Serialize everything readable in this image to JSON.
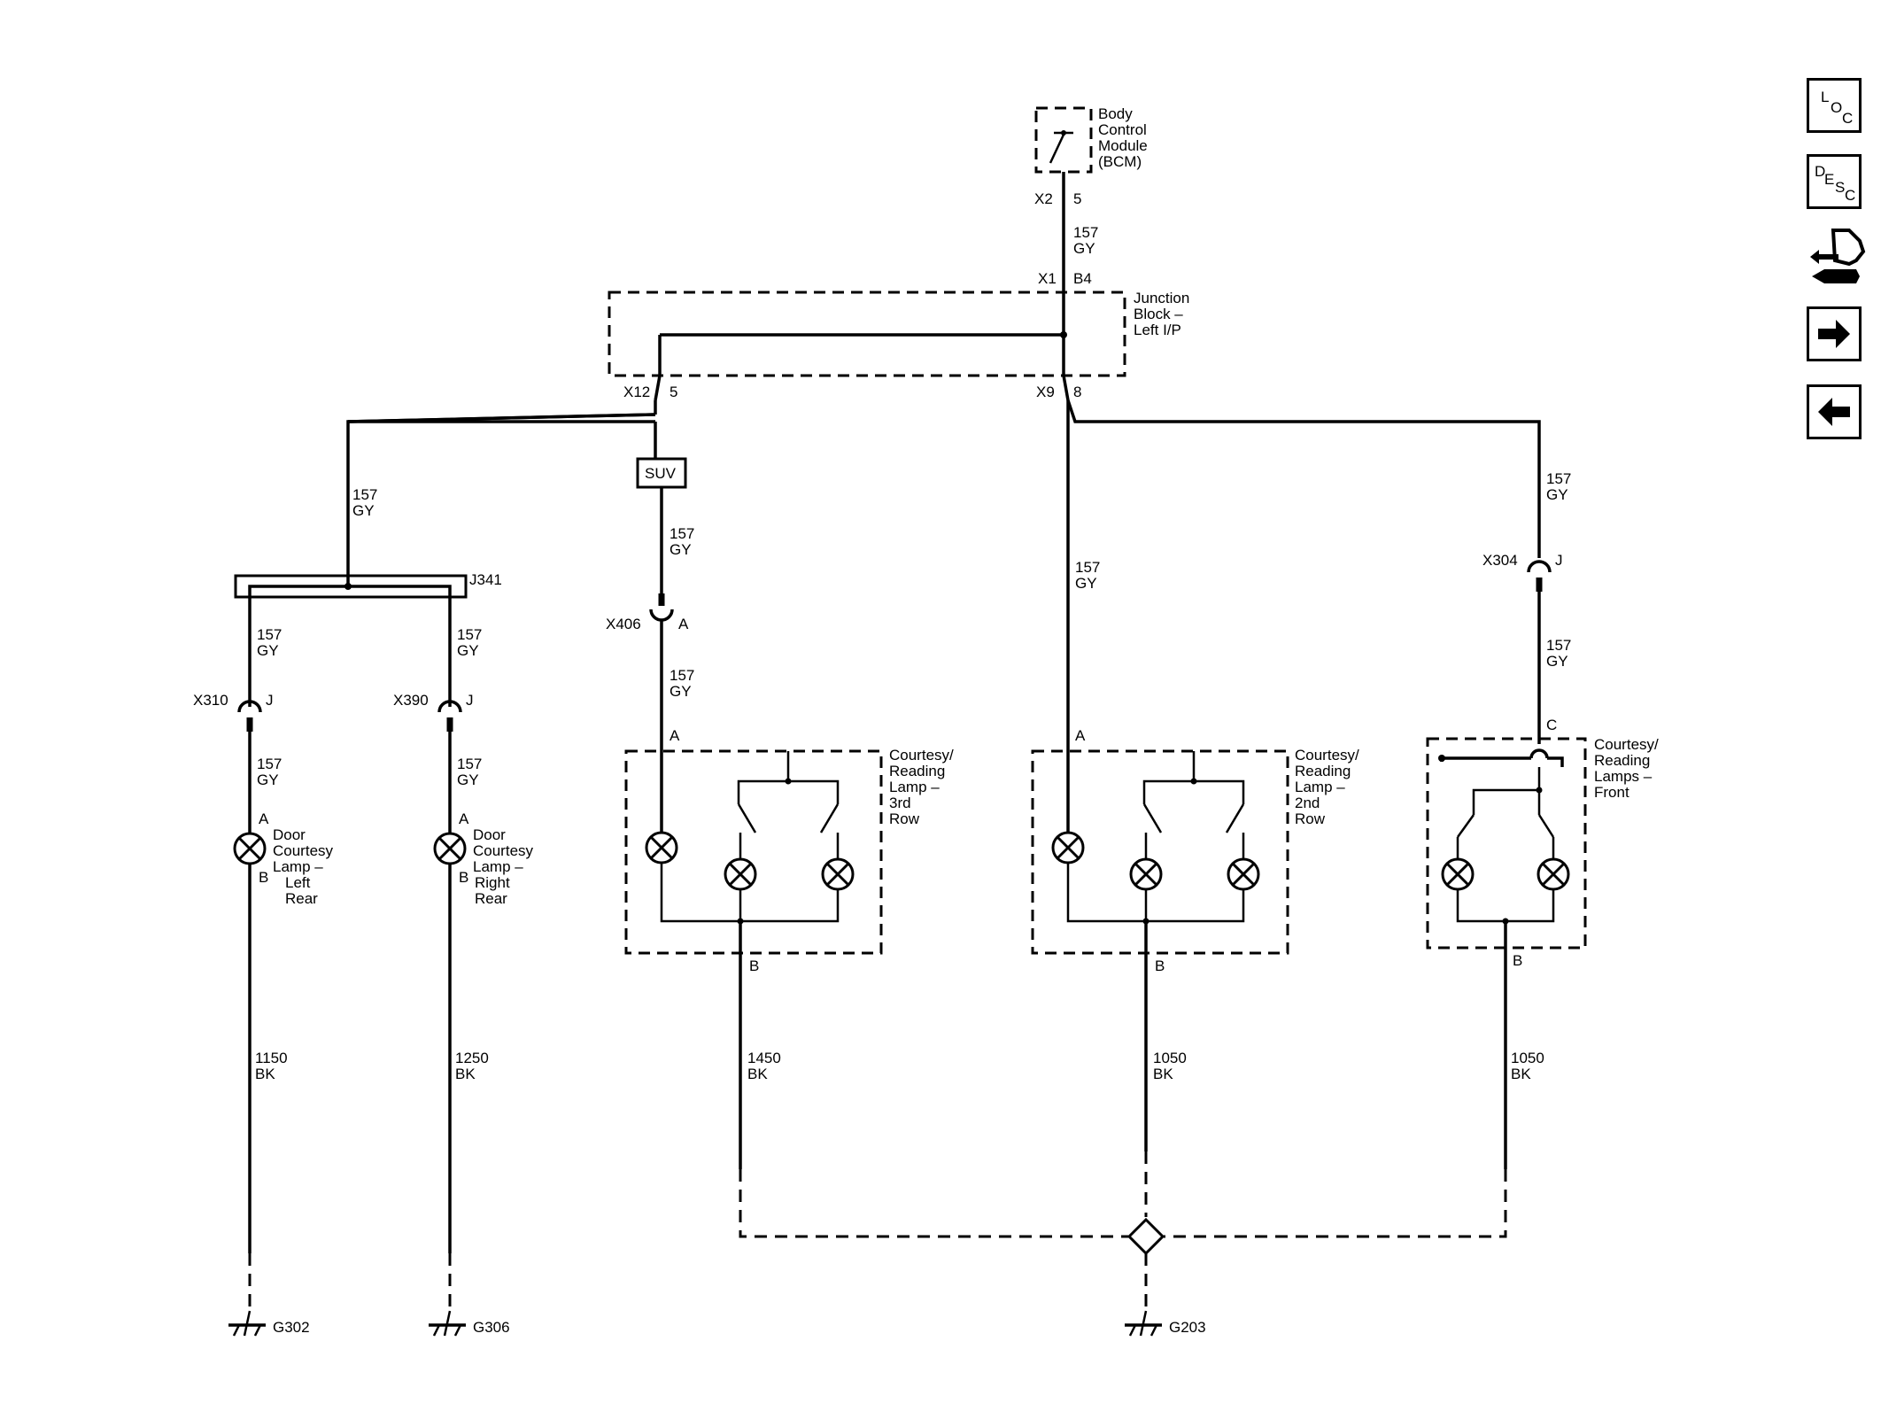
{
  "components": {
    "bcm": {
      "line1": "Body",
      "line2": "Control",
      "line3": "Module",
      "line4": "(BCM)",
      "conn": "X2",
      "pin": "5"
    },
    "junction_block": {
      "line1": "Junction",
      "line2": "Block –",
      "line3": "Left I/P",
      "in_conn": "X1",
      "in_pin": "B4",
      "x12": "X12",
      "x12_pin": "5",
      "x9": "X9",
      "x9_pin": "8"
    },
    "suv_label": "SUV",
    "j341": "J341",
    "x406": {
      "name": "X406",
      "pin": "A"
    },
    "x304": {
      "name": "X304",
      "pin": "J"
    },
    "x310": {
      "name": "X310",
      "pin": "J"
    },
    "x390": {
      "name": "X390",
      "pin": "J"
    },
    "door_left": {
      "line1": "Door",
      "line2": "Courtesy",
      "line3": "Lamp –",
      "line4": "Left",
      "line5": "Rear",
      "pin_a": "A",
      "pin_b": "B"
    },
    "door_right": {
      "line1": "Door",
      "line2": "Courtesy",
      "line3": "Lamp –",
      "line4": "Right",
      "line5": "Rear",
      "pin_a": "A",
      "pin_b": "B"
    },
    "lamp_3rd": {
      "line1": "Courtesy/",
      "line2": "Reading",
      "line3": "Lamp –",
      "line4": "3rd",
      "line5": "Row",
      "pin_a": "A",
      "pin_b": "B"
    },
    "lamp_2nd": {
      "line1": "Courtesy/",
      "line2": "Reading",
      "line3": "Lamp –",
      "line4": "2nd",
      "line5": "Row",
      "pin_a": "A",
      "pin_b": "B"
    },
    "lamp_front": {
      "line1": "Courtesy/",
      "line2": "Reading",
      "line3": "Lamps –",
      "line4": "Front",
      "pin_c": "C",
      "pin_b": "B"
    }
  },
  "wires": {
    "gy_circuit": "157",
    "gy_color": "GY",
    "bk_color": "BK",
    "bk_left_rear": "1150",
    "bk_right_rear": "1250",
    "bk_3rd": "1450",
    "bk_2nd": "1050",
    "bk_front": "1050"
  },
  "grounds": {
    "g302": "G302",
    "g306": "G306",
    "g203": "G203"
  },
  "nav": {
    "loc": {
      "l": "L",
      "o": "O",
      "c": "C"
    },
    "desc": {
      "d": "D",
      "e": "E",
      "s": "S",
      "c": "C"
    },
    "icons": [
      "connector-end-view-icon",
      "next-arrow-icon",
      "previous-arrow-icon"
    ]
  }
}
